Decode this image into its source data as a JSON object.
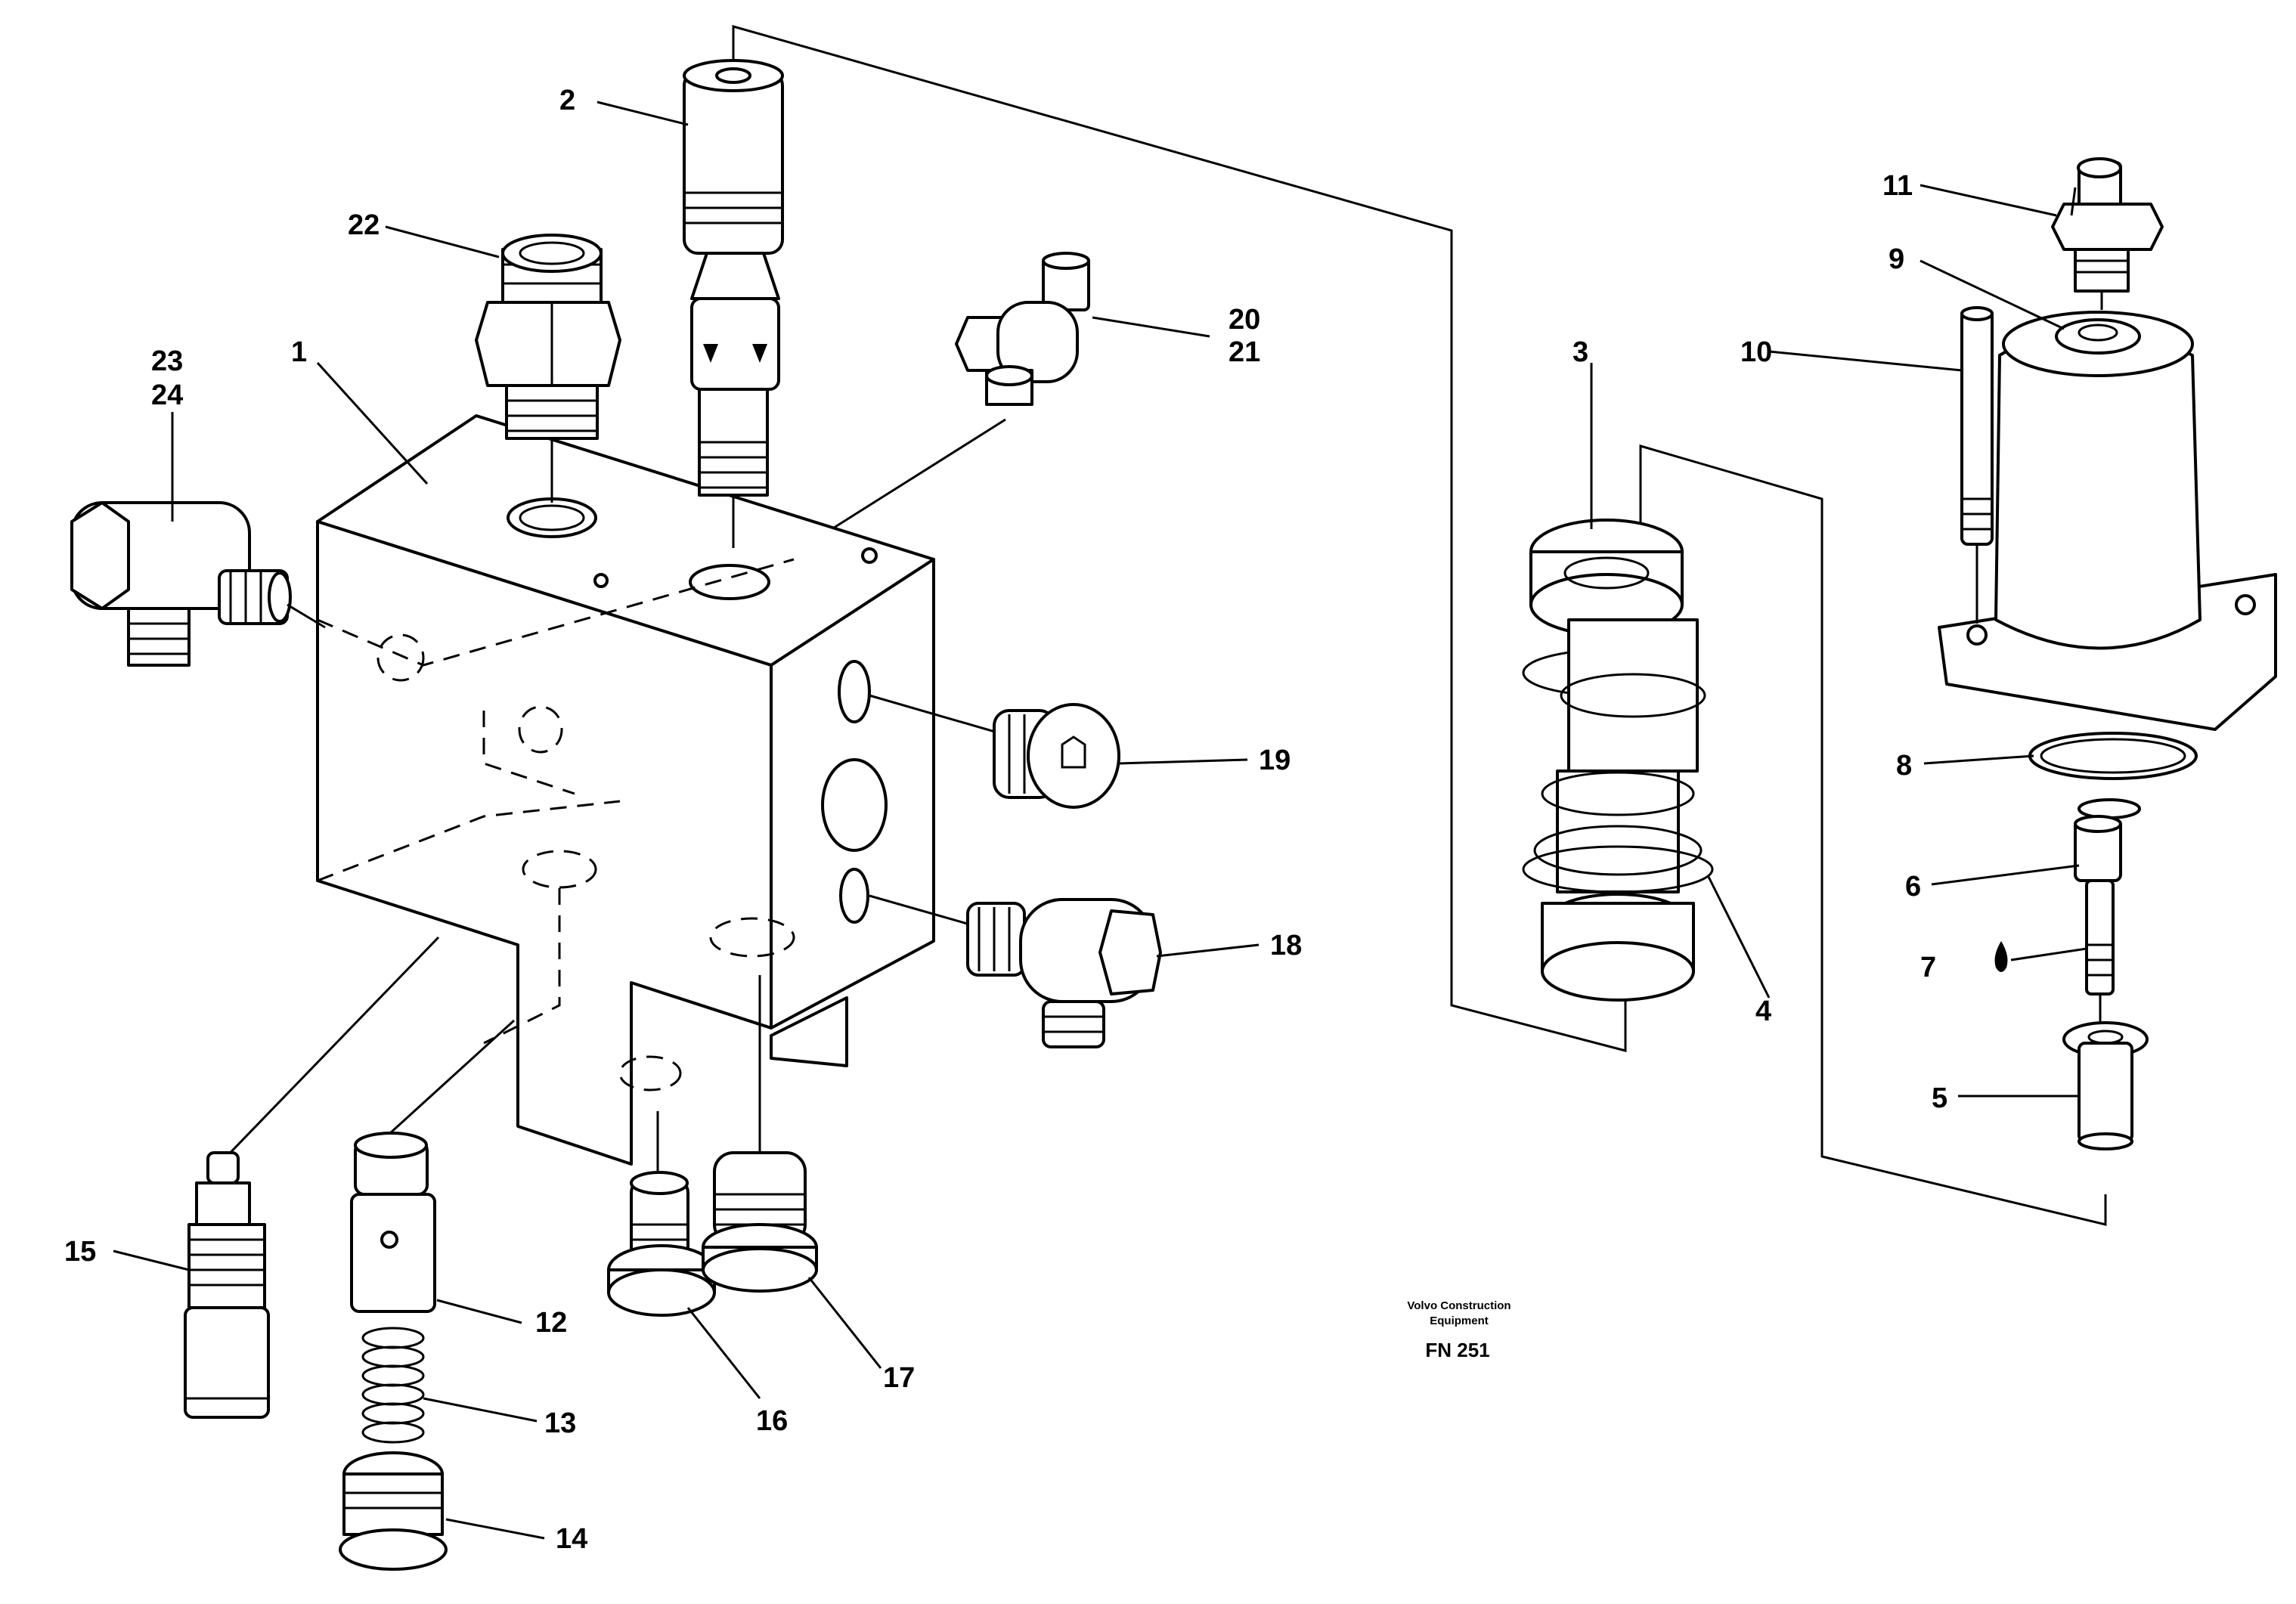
{
  "diagram": {
    "callouts": {
      "c1": "1",
      "c2": "2",
      "c3": "3",
      "c4": "4",
      "c5": "5",
      "c6": "6",
      "c7": "7",
      "c8": "8",
      "c9": "9",
      "c10": "10",
      "c11": "11",
      "c12": "12",
      "c13": "13",
      "c14": "14",
      "c15": "15",
      "c16": "16",
      "c17": "17",
      "c18": "18",
      "c19": "19",
      "c20": "20",
      "c21": "21",
      "c22": "22",
      "c23": "23",
      "c24": "24"
    },
    "credit": {
      "line1": "Volvo Construction",
      "line2": "Equipment",
      "code": "FN 251"
    }
  }
}
